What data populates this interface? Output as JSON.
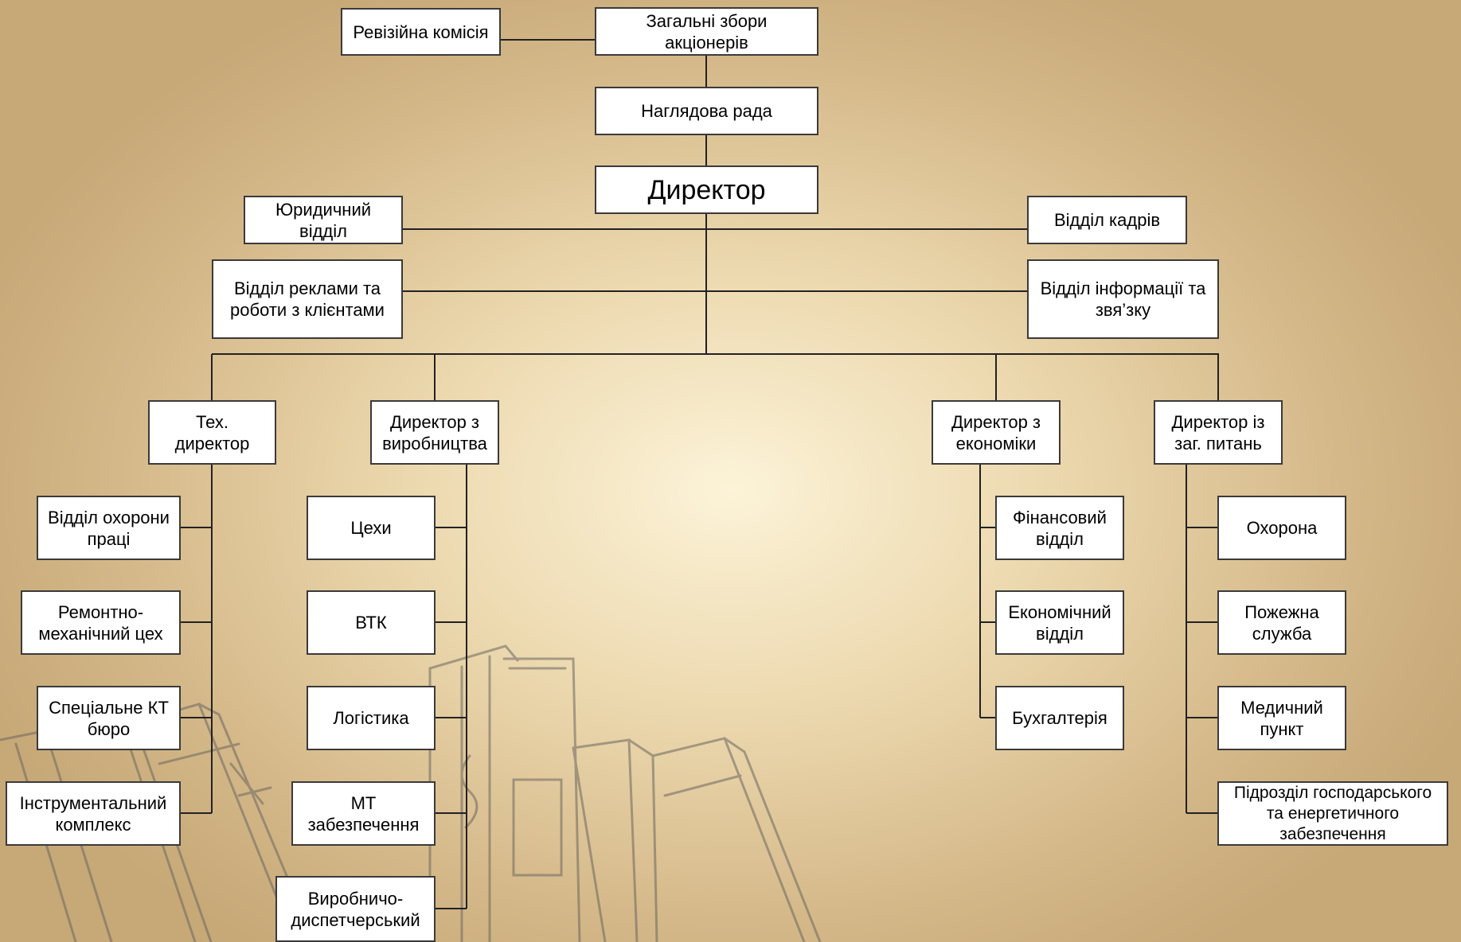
{
  "diagram": {
    "nodes": {
      "revision": "Ревізійна комісія",
      "shareholders": "Загальні збори\nакціонерів",
      "supervisory": "Наглядова рада",
      "director": "Директор",
      "legal": "Юридичний\nвідділ",
      "hr": "Відділ кадрів",
      "advertising": "Відділ реклами та\nроботи з клієнтами",
      "info": "Відділ інформації та\nзвя’зку",
      "tech_director": "Тех.\nдиректор",
      "prod_director": "Директор з\nвиробництва",
      "econ_director": "Директор з\nекономіки",
      "general_director": "Директор із\nзаг. питань",
      "labor_safety": "Відділ охорони\nпраці",
      "repair_shop": "Ремонтно-\nмеханічний цех",
      "kt_bureau": "Спеціальне КТ\nбюро",
      "tool_complex": "Інструментальний\nкомплекс",
      "workshops": "Цехи",
      "vtk": "ВТК",
      "logistics": "Логістика",
      "mt_supply": "МТ\nзабезпечення",
      "dispatch": "Виробничо-\nдиспетчерський",
      "finance": "Фінансовий\nвідділ",
      "economic": "Економічний\nвідділ",
      "accounting": "Бухгалтерія",
      "security": "Охорона",
      "fire_service": "Пожежна\nслужба",
      "medical": "Медичний\nпункт",
      "household": "Підрозділ господарського\nта енергетичного\nзабезпечення"
    }
  }
}
